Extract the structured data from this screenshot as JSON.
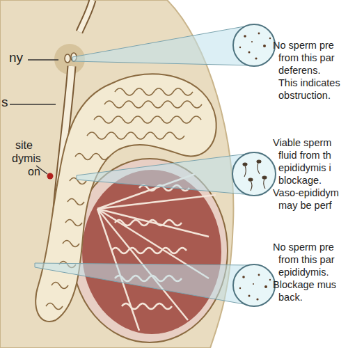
{
  "diagram": {
    "labels": [
      "ny",
      "s",
      "site",
      "dymis",
      "on",
      "No sperm pre",
      "from this par",
      "deferens.",
      "This indicates",
      "obstruction.",
      "Viable sperm",
      "fluid from th",
      "epididymis i",
      "blockage.",
      "Vaso-epididym",
      "may be perf",
      "No sperm pre",
      "from this par",
      "epididymis.",
      "Blockage mus",
      "back."
    ]
  }
}
